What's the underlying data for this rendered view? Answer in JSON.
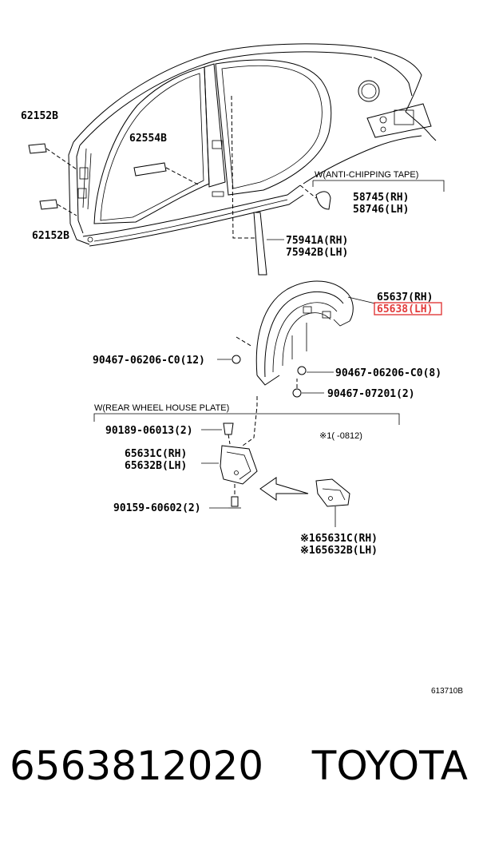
{
  "labels": {
    "pad_upper": "62152B",
    "pad_center": "62554B",
    "pad_lower": "62152B",
    "tape_rh": "58745(RH)",
    "tape_lh": "58746(LH)",
    "molding_rh": "75941A(RH)",
    "molding_lh": "75942B(LH)",
    "liner_rh": "65637(RH)",
    "liner_lh": "65638(LH)",
    "clip_left": "90467-06206-C0(12)",
    "clip_right": "90467-06206-C0(8)",
    "clip_lower": "90467-07201(2)",
    "clip_plate": "90189-06013(2)",
    "plate_rh": "65631C(RH)",
    "plate_lh": "65632B(LH)",
    "screw": "90159-60602(2)",
    "alt_plate_rh": "※165631C(RH)",
    "alt_plate_lh": "※165632B(LH)"
  },
  "notes": {
    "anti_chipping": "W(ANTI-CHIPPING TAPE)",
    "rear_wheel_house": "W(REAR WHEEL HOUSE PLATE)",
    "footnote": "※1(    -0812)"
  },
  "diagram_ref": "613710B",
  "footer": {
    "part_number": "6563812020",
    "brand": "TOYOTA"
  },
  "highlight_color": "#e23b3b"
}
